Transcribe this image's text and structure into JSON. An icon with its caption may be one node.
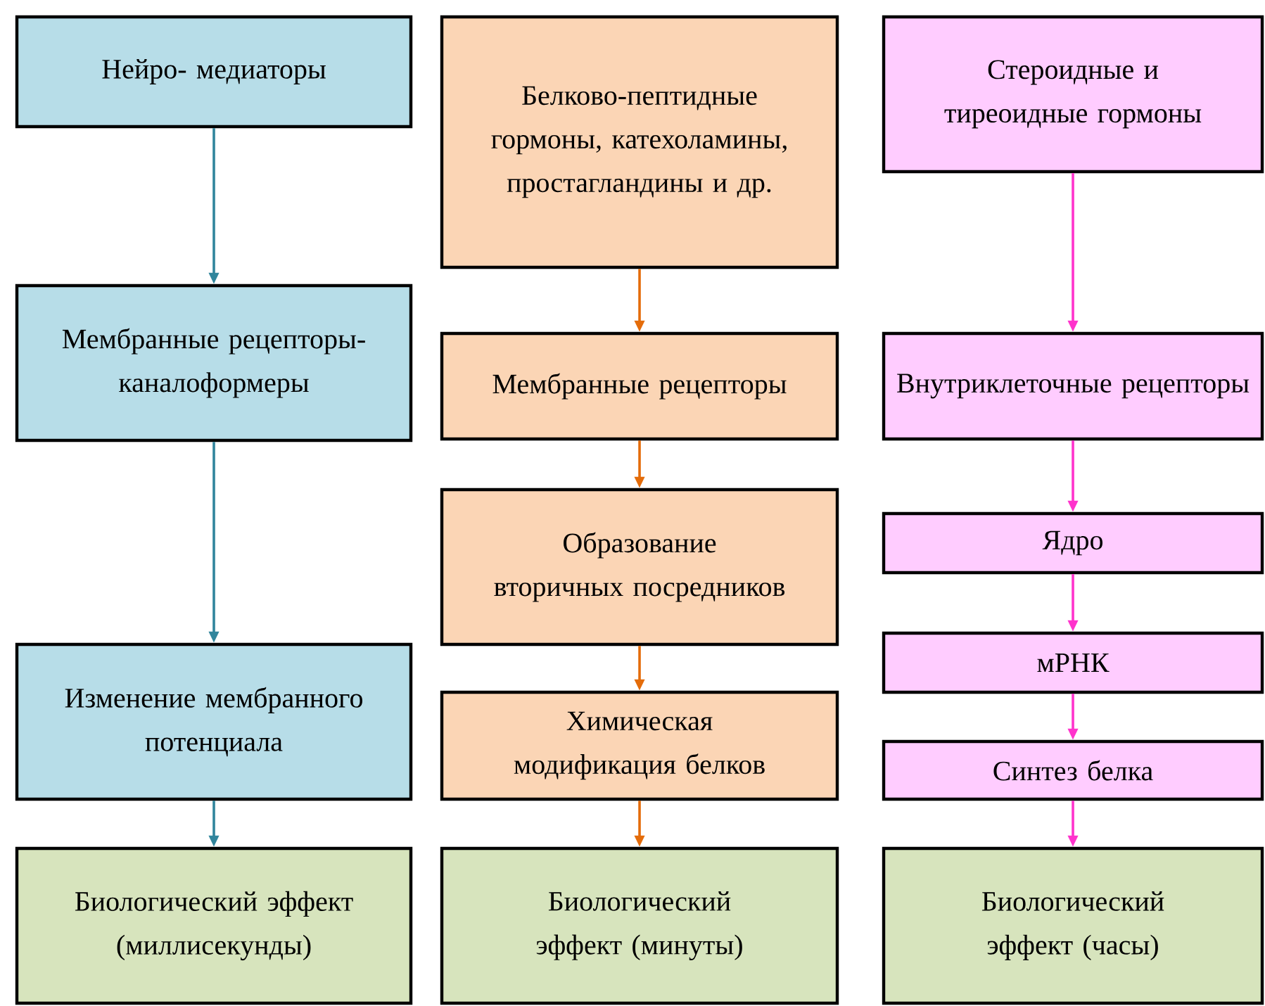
{
  "diagram": {
    "nodes": [
      {
        "text": [
          "Нейро- медиаторы"
        ]
      },
      {
        "text": [
          "Мембранные рецепторы- каналоформеры"
        ]
      },
      {
        "text": [
          "Изменение мембранного потенциала"
        ]
      },
      {
        "text": [
          "Биологический эффект (миллисекунды)"
        ]
      },
      {
        "text": [
          "Белково-пептидные гормоны, катехоламины, простагландины и др."
        ]
      },
      {
        "text": [
          "Мембранные рецепторы"
        ]
      },
      {
        "text": [
          "Образование вторичных посредников"
        ]
      },
      {
        "text": [
          "Химическая модификация белков"
        ]
      },
      {
        "text": [
          "Биологический эффект (минуты)"
        ]
      },
      {
        "text": [
          "Стероидные и тиреоидные гормоны"
        ]
      },
      {
        "text": [
          "Внутриклеточные рецепторы"
        ]
      },
      {
        "text": [
          "Ядро"
        ]
      },
      {
        "text": [
          "мРНК"
        ]
      },
      {
        "text": [
          "Синтез белка"
        ]
      },
      {
        "text": [
          "Биологический эффект (часы)"
        ]
      }
    ],
    "edges": [
      {
        "from": 0,
        "to": 1,
        "arrow": "to",
        "color": "#31859c"
      },
      {
        "from": 1,
        "to": 2,
        "arrow": "to",
        "color": "#31859c"
      },
      {
        "from": 2,
        "to": 3,
        "arrow": "to",
        "color": "#31859c"
      },
      {
        "from": 4,
        "to": 5,
        "arrow": "to",
        "color": "#e46c0a"
      },
      {
        "from": 5,
        "to": 6,
        "arrow": "to",
        "color": "#e46c0a"
      },
      {
        "from": 6,
        "to": 7,
        "arrow": "to",
        "color": "#e46c0a"
      },
      {
        "from": 7,
        "to": 8,
        "arrow": "to",
        "color": "#e46c0a"
      },
      {
        "from": 9,
        "to": 10,
        "arrow": "to"
      },
      {
        "from": 10,
        "to": 11,
        "arrow": "to"
      },
      {
        "from": 11,
        "to": 12,
        "arrow": "to"
      },
      {
        "from": 12,
        "to": 13,
        "arrow": "to"
      },
      {
        "from": 13,
        "to": 14,
        "arrow": "to"
      }
    ]
  }
}
